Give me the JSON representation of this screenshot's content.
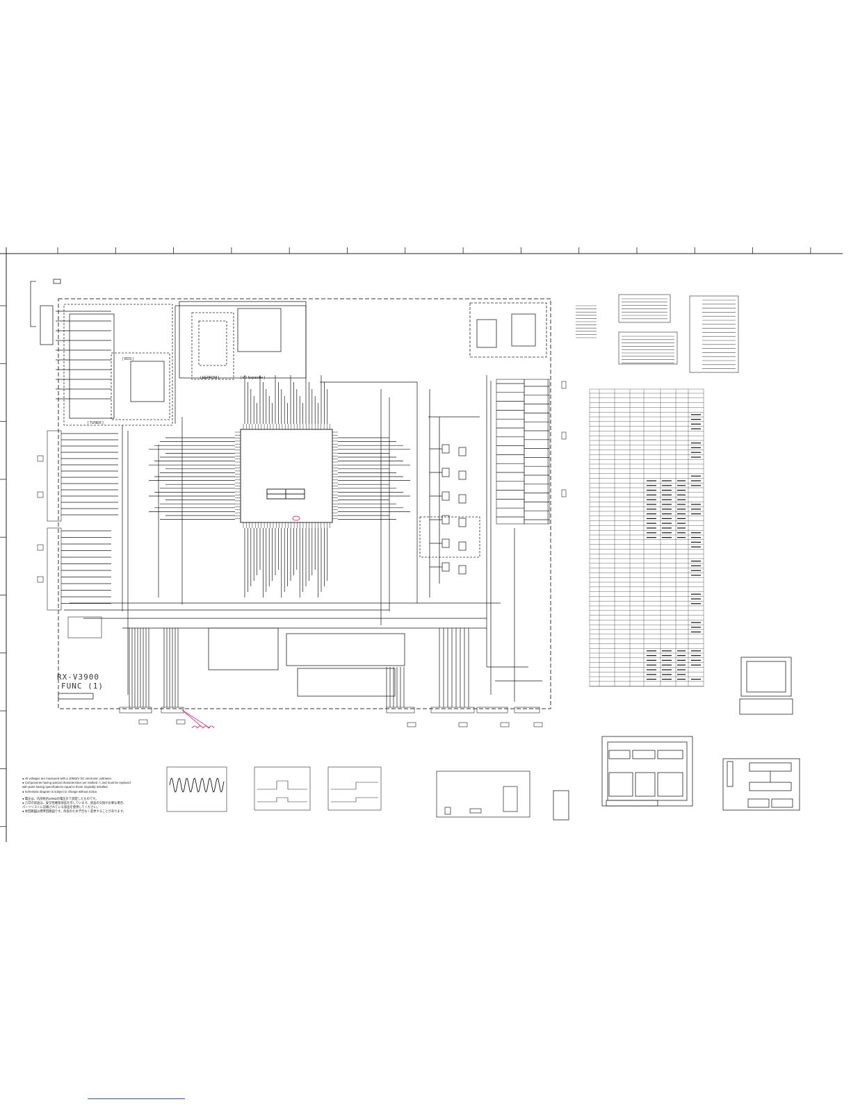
{
  "sheet": {
    "model_label": "RX-V3900",
    "func_label": "FUNC (1)",
    "block_labels": {
      "tuner": "[ TUNER ]",
      "rds": "[ RDS ]",
      "eeprom": "[ EEPROM ]",
      "expander": "[ I/O Expander ]"
    },
    "notes": [
      "● All voltages are measured with a 10MΩ/V DC electronic voltmeter.",
      "● Components having special characteristics are marked ⚠ and must be replaced",
      "   with parts having specifications equal to those originally installed.",
      "● Schematic diagram is subject to change without notice.",
      "● 電圧は、内部抵抗10MΩの電圧計で測定したものです。",
      "● ⚠印の部品は、安全性確保部品を示しています。部品の交換が必要な場合、",
      "   パーツリストに記載されている部品を使用してください。",
      "● 本回路図は標準回路図です。改良のため予告なく変更することがあります。"
    ],
    "colors": {
      "line": "#111111",
      "frame": "#333333",
      "annotation": "#e0338a",
      "link": "#2a4bd7"
    }
  }
}
